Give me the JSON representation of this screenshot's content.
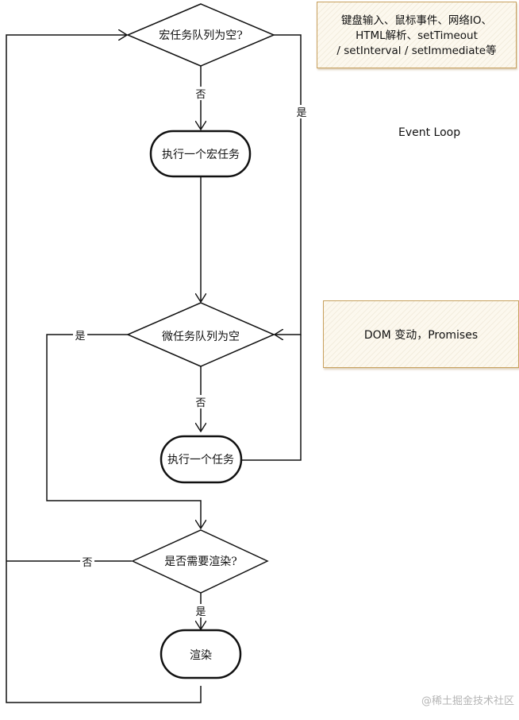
{
  "diagram": {
    "title": "Event Loop",
    "nodes": {
      "macro_check": {
        "type": "decision",
        "label": "宏任务队列为空?"
      },
      "run_macro": {
        "type": "process",
        "label": "执行一个宏任务"
      },
      "micro_check": {
        "type": "decision",
        "label": "微任务队列为空"
      },
      "run_micro": {
        "type": "process",
        "label": "执行一个任务"
      },
      "render_check": {
        "type": "decision",
        "label": "是否需要渲染?"
      },
      "render": {
        "type": "process",
        "label": "渲染"
      }
    },
    "edges": [
      {
        "from": "macro_check",
        "to": "run_macro",
        "label": "否"
      },
      {
        "from": "macro_check",
        "to": "micro_check",
        "label": "是"
      },
      {
        "from": "run_macro",
        "to": "micro_check",
        "label": ""
      },
      {
        "from": "micro_check",
        "to": "run_micro",
        "label": "否"
      },
      {
        "from": "run_micro",
        "to": "micro_check",
        "label": ""
      },
      {
        "from": "micro_check",
        "to": "render_check",
        "label": "是"
      },
      {
        "from": "render_check",
        "to": "render",
        "label": "是"
      },
      {
        "from": "render_check",
        "to": "macro_check",
        "label": "否"
      },
      {
        "from": "render",
        "to": "macro_check",
        "label": ""
      }
    ],
    "edge_labels": {
      "macro_no": "否",
      "macro_yes": "是",
      "micro_no": "否",
      "micro_yes": "是",
      "render_no": "否",
      "render_yes": "是"
    }
  },
  "notes": {
    "macro_tasks": {
      "lines": [
        "键盘输入、鼠标事件、网络IO、",
        "HTML解析、setTimeout",
        "/ setInterval / setImmediate等"
      ]
    },
    "micro_tasks": {
      "text": "DOM 变动，Promises"
    }
  },
  "colors": {
    "note_border": "#c8a15e",
    "note_fill": "#fcf8ee",
    "stroke": "#111111",
    "watermark": "#b5b5b5"
  },
  "watermark": "@稀土掘金技术社区"
}
